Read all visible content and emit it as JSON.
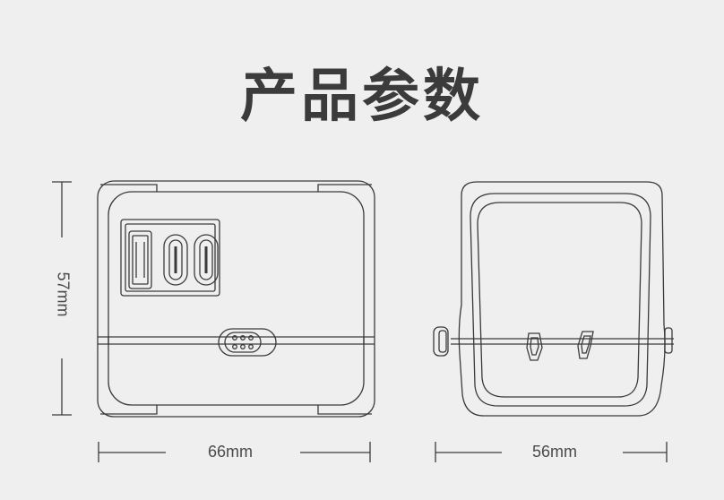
{
  "title": "产品参数",
  "dimensions": {
    "height": "57mm",
    "front_width": "66mm",
    "side_width": "56mm"
  },
  "colors": {
    "background": "#efefef",
    "line": "#3a3a3a",
    "title": "#3b3b3b"
  },
  "icons": [
    "usb-a-port-icon",
    "usb-c-port-icon",
    "usb-c-port-icon",
    "plug-pin-icon"
  ]
}
